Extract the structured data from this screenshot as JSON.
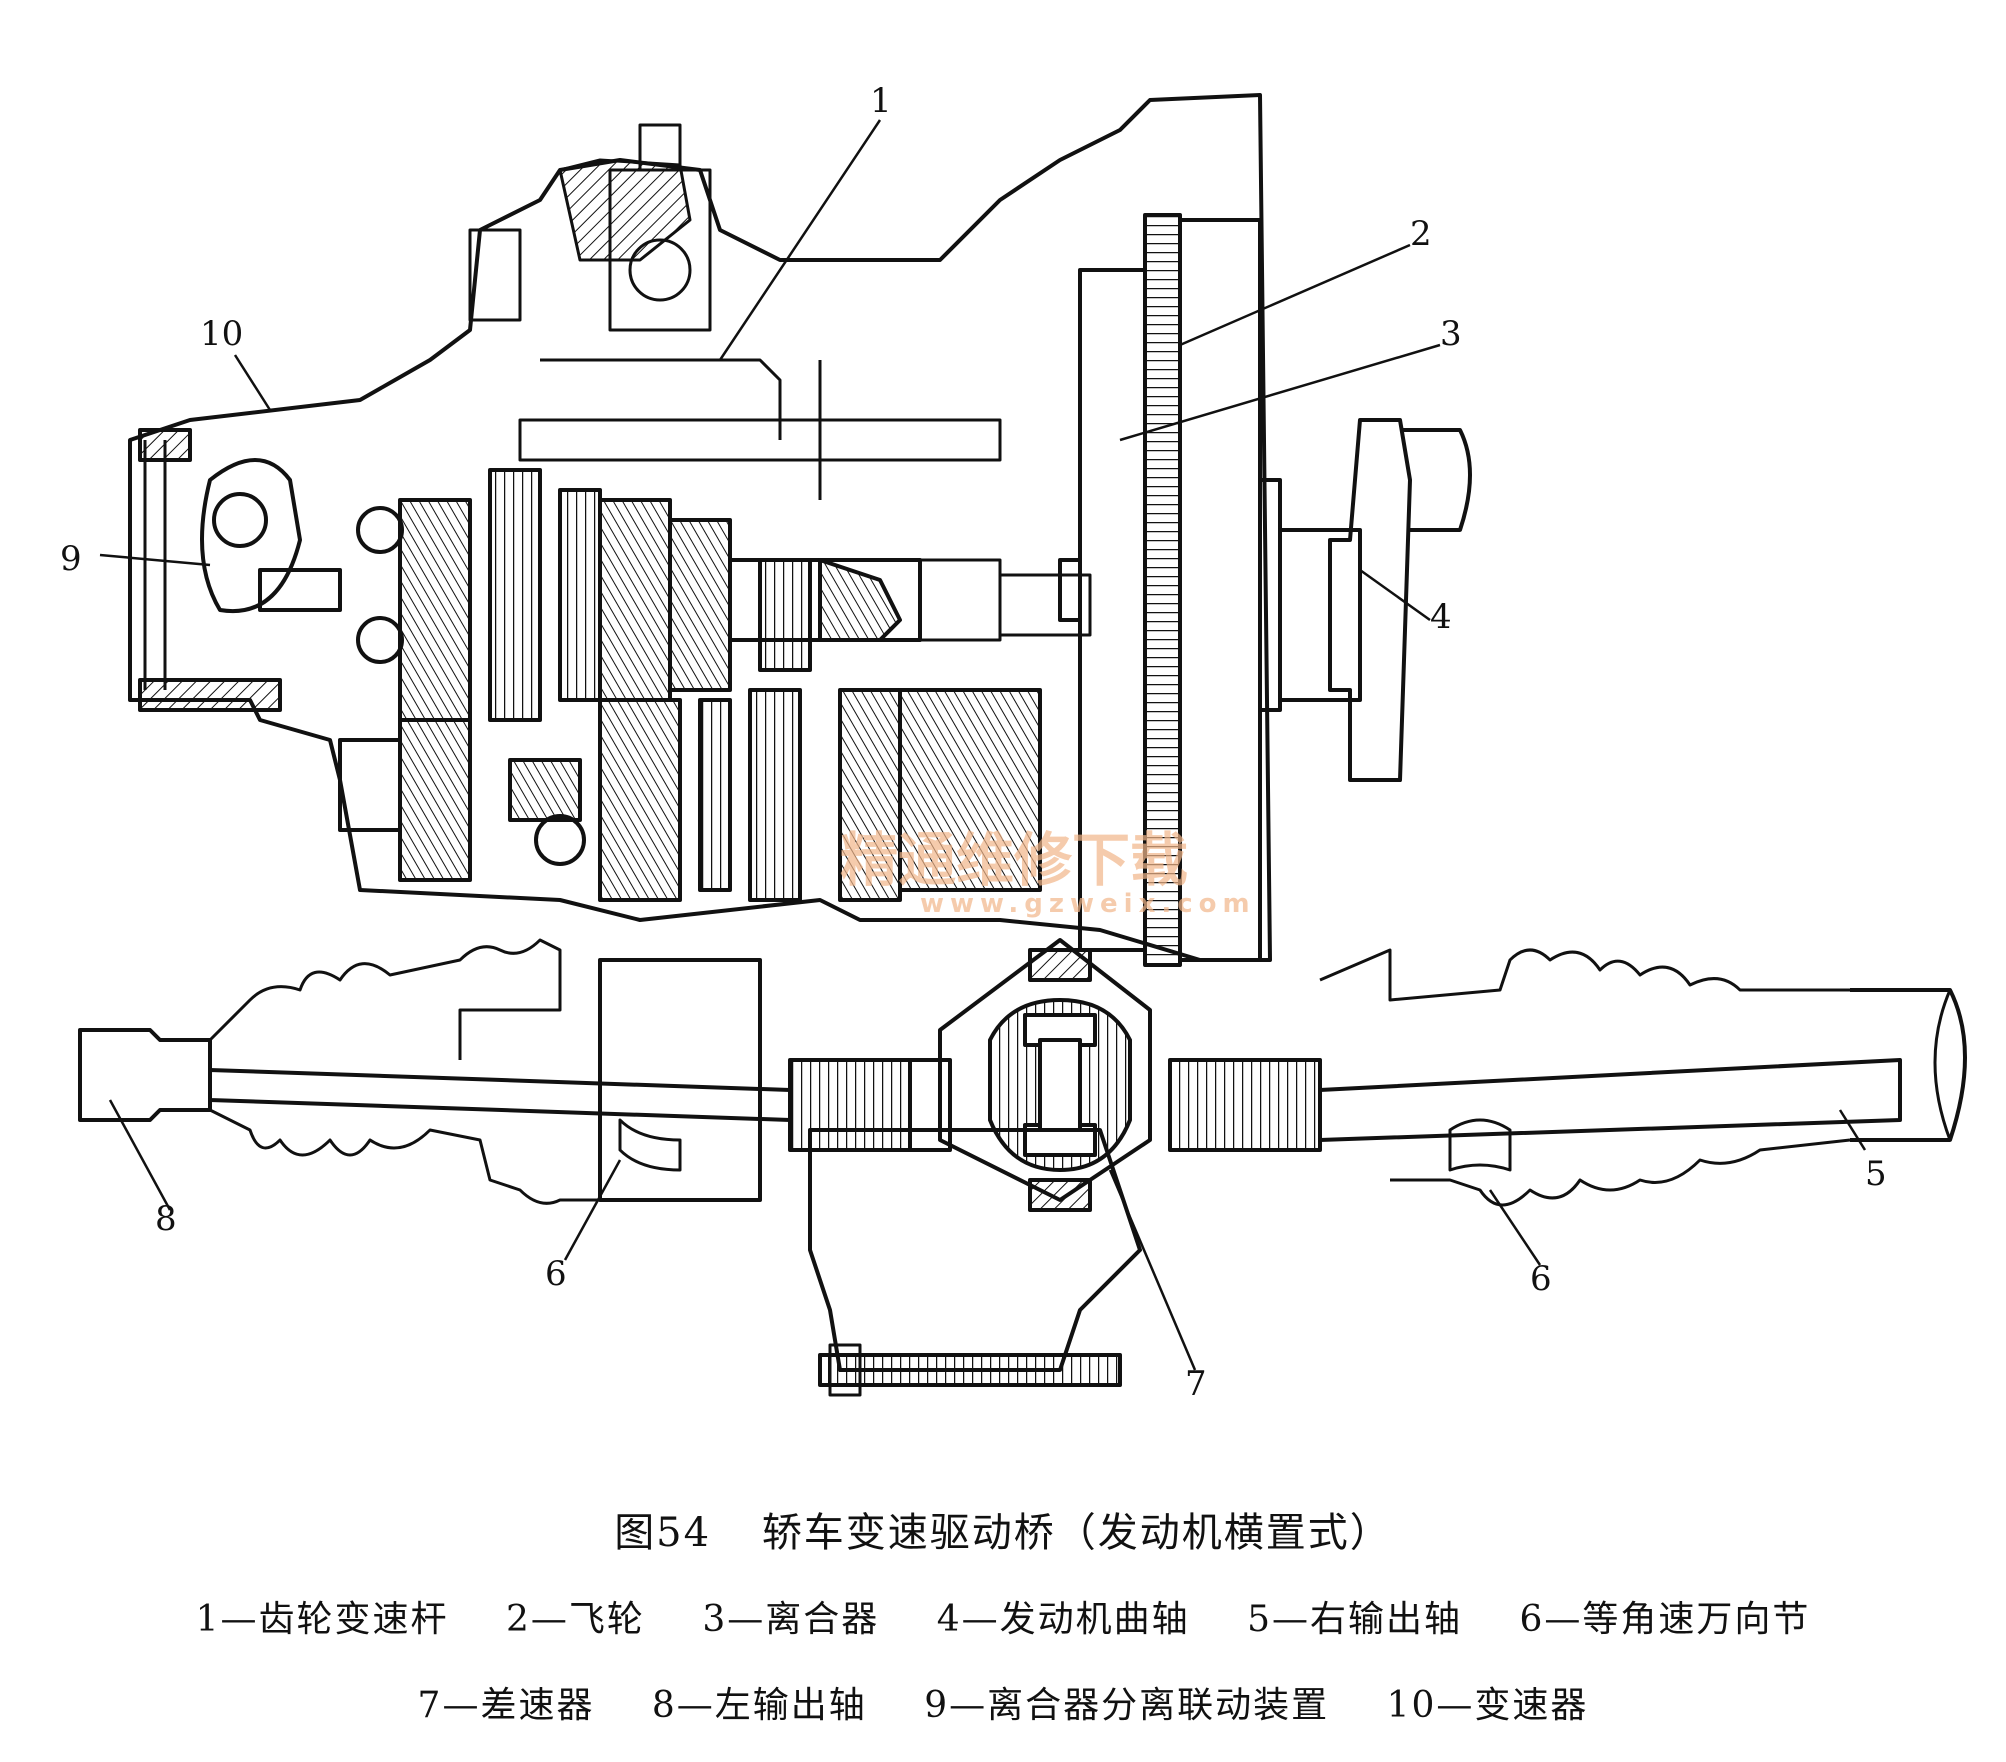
{
  "figure": {
    "number_label": "图54",
    "title": "轿车变速驱动桥（发动机横置式）"
  },
  "callouts": [
    "1",
    "2",
    "3",
    "4",
    "5",
    "6",
    "6",
    "7",
    "8",
    "9",
    "10"
  ],
  "legend": [
    "1—齿轮变速杆",
    "2—飞轮",
    "3—离合器",
    "4—发动机曲轴",
    "5—右输出轴",
    "6—等角速万向节",
    "7—差速器",
    "8—左输出轴",
    "9—离合器分离联动装置",
    "10—变速器"
  ],
  "watermark": {
    "text": "精通维修下载",
    "url": "www.gzweix.com",
    "color": "#f2b68a"
  }
}
